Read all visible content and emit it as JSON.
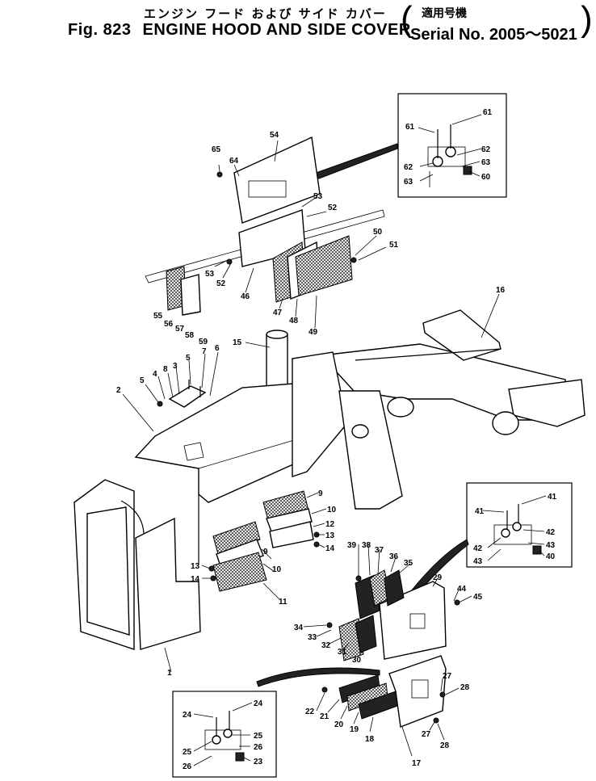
{
  "title": {
    "japanese": "エンジン フード および サイド カバー",
    "figure": "Fig. 823",
    "english": "ENGINE HOOD AND SIDE COVER",
    "serial_japanese": "適用号機",
    "serial_english": "Serial No. 2005～5021"
  },
  "callouts": [
    "1",
    "2",
    "3",
    "4",
    "5",
    "5",
    "6",
    "7",
    "8",
    "9",
    "9",
    "10",
    "10",
    "11",
    "12",
    "13",
    "13",
    "14",
    "14",
    "15",
    "16",
    "17",
    "18",
    "19",
    "20",
    "21",
    "22",
    "23",
    "24",
    "24",
    "25",
    "25",
    "26",
    "26",
    "27",
    "27",
    "28",
    "28",
    "29",
    "30",
    "31",
    "32",
    "33",
    "34",
    "35",
    "36",
    "37",
    "38",
    "39",
    "40",
    "41",
    "41",
    "42",
    "42",
    "43",
    "43",
    "44",
    "45",
    "46",
    "47",
    "48",
    "49",
    "50",
    "51",
    "52",
    "52",
    "53",
    "53",
    "54",
    "55",
    "56",
    "57",
    "58",
    "59",
    "60",
    "61",
    "61",
    "62",
    "62",
    "63",
    "63",
    "64",
    "65"
  ]
}
